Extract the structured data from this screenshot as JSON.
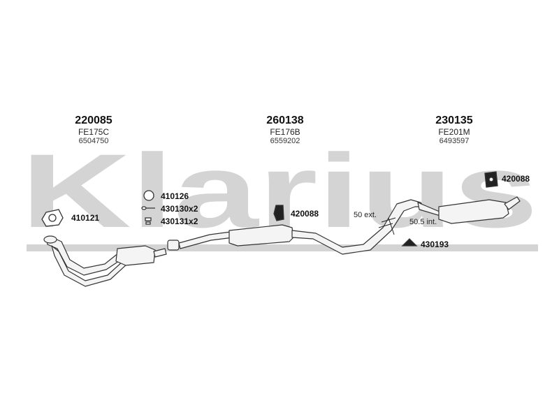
{
  "watermark": {
    "brand": "Klarius"
  },
  "groups": [
    {
      "part_number": "220085",
      "code": "FE175C",
      "oe_number": "6504750"
    },
    {
      "part_number": "260138",
      "code": "FE176B",
      "oe_number": "6559202"
    },
    {
      "part_number": "230135",
      "code": "FE201M",
      "oe_number": "6493597"
    }
  ],
  "fittings": {
    "gasket_left": "410121",
    "clamp": "410126",
    "bolt_a": "430130x2",
    "bolt_b": "430131x2",
    "hanger_mid": "420088",
    "hanger_right": "420088",
    "mount_rear": "430193"
  },
  "notes": {
    "ext": "50 ext.",
    "int": "50.5 int."
  },
  "colors": {
    "watermark": "#d4d4d4",
    "pipe_fill": "#f2f2f2",
    "pipe_stroke": "#333333"
  }
}
